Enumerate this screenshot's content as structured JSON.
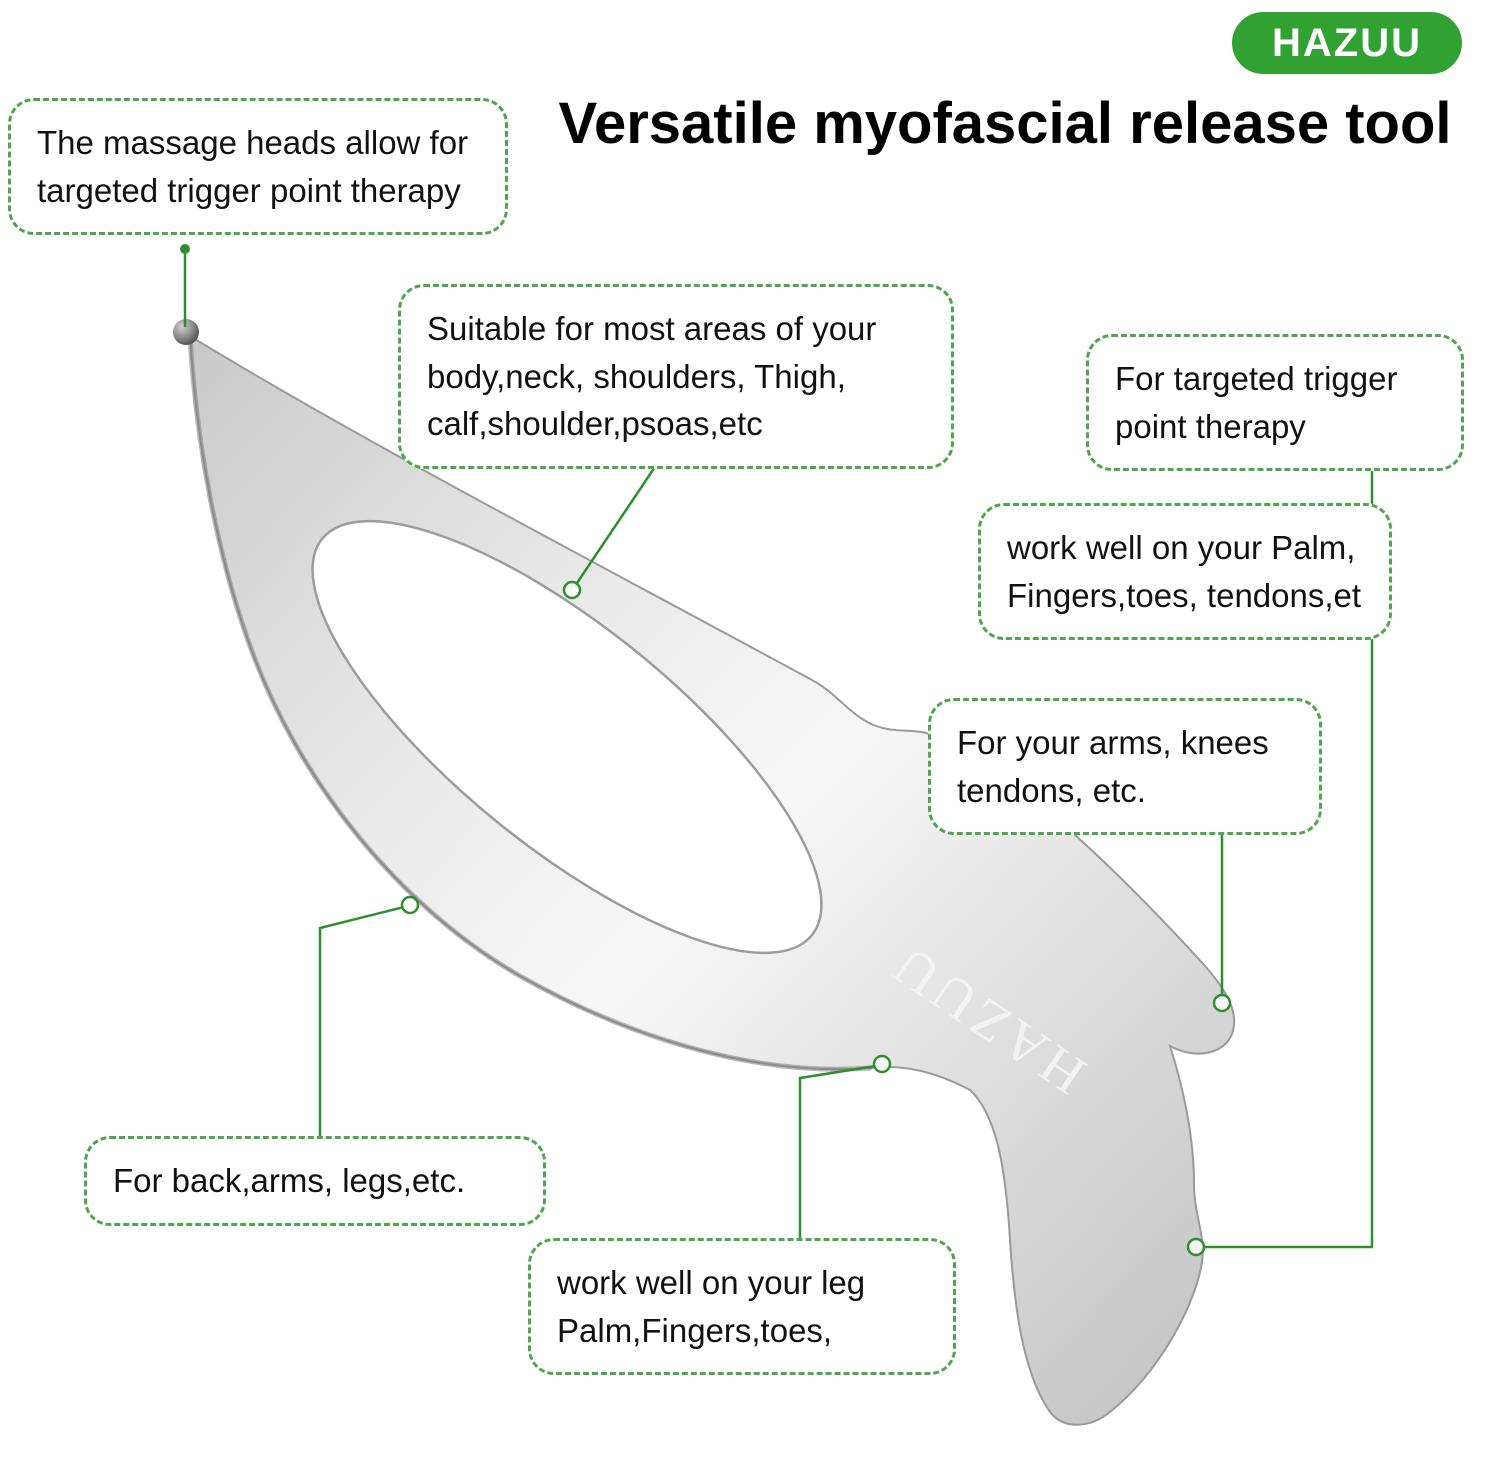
{
  "header": {
    "title": "Versatile myofascial release tool",
    "badge": "HAZUU"
  },
  "product": {
    "engraving": "HAZUU"
  },
  "callouts": {
    "massage_heads": "The massage heads allow for\ntargeted trigger point therapy",
    "suitable": "Suitable for most areas of your\nbody,neck, shoulders, Thigh,\ncalf,shoulder,psoas,etc",
    "targeted": "For targeted trigger\npoint therapy",
    "palm": "work well on your Palm,\nFingers,toes, tendons,et",
    "arms": "For your arms, knees\ntendons, etc.",
    "back": "For back,arms, legs,etc.",
    "leg": "work well on your leg\nPalm,Fingers,toes,"
  },
  "colors": {
    "badge_bg": "#31a231",
    "callout_border": "#4fa64f",
    "leader_line": "#2f8f2f",
    "text": "#111111",
    "metal_light": "#f7f7f7",
    "metal_dark": "#c0c0c0"
  }
}
